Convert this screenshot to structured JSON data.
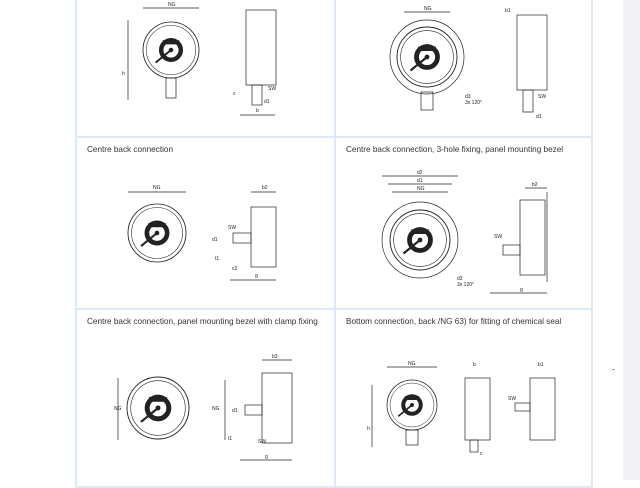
{
  "cells": [
    {
      "caption": "",
      "labels": {
        "ng": "NG",
        "h": "h",
        "sw": "SW",
        "d1": "d1",
        "b": "b",
        "c": "c"
      }
    },
    {
      "caption": "",
      "labels": {
        "ng": "NG",
        "d3": "d3",
        "deg": "3x 120°",
        "sw": "SW",
        "b1": "b1",
        "d1": "d1"
      }
    },
    {
      "caption": "Centre back connection",
      "labels": {
        "ng": "NG",
        "b2": "b2",
        "sw": "SW",
        "d1": "d1",
        "t1": "t1",
        "c2": "c2",
        "g": "g"
      }
    },
    {
      "caption": "Centre back connection, 3-hole fixing, panel mounting bezel",
      "labels": {
        "d2": "d2",
        "d1": "d1",
        "ng": "NG",
        "b2": "b2",
        "sw": "SW",
        "d3": "d3",
        "deg": "3x 120°",
        "g": "g"
      }
    },
    {
      "caption": "Centre back connection, panel mounting bezel with clamp fixing",
      "labels": {
        "ng": "NG",
        "b3": "b3",
        "sw": "SW",
        "d1": "d1",
        "t1": "t1",
        "g": "g"
      }
    },
    {
      "caption": "Bottom connection, back /NG 63) for fitting of chemical seal",
      "labels": {
        "ng": "NG",
        "b": "b",
        "b1": "b1",
        "sw": "SW",
        "h": "h",
        "c": "c"
      }
    }
  ]
}
